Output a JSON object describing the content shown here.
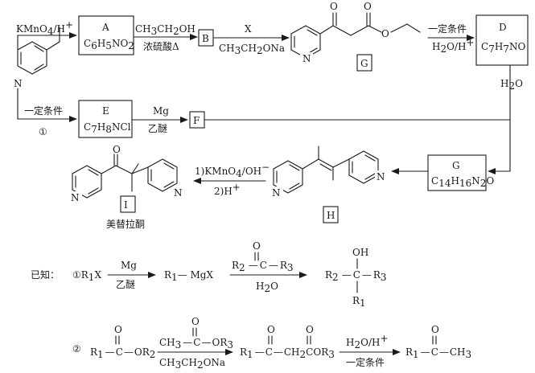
{
  "reagents": {
    "kmno4": "KMnO",
    "kmno4_sub": "4",
    "kmno4_h": "/H",
    "kmno4_plus": "+",
    "ethanol": "CH",
    "ethanol_sub": "3",
    "ethanol_tail": "CH",
    "ethanol_sub2": "2",
    "ethanol_end": "OH",
    "conc_h2so4": "浓硫酸Δ",
    "x": "X",
    "naoet_a": "CH",
    "naoet_sub": "3",
    "naoet_b": "CH",
    "naoet_sub2": "2",
    "naoet_c": "ONa",
    "condition": "一定条件",
    "h2o_h_a": "H",
    "h2o_h_sub": "2",
    "h2o_h_b": "O/H",
    "h2o_h_plus": "+",
    "h2o_a": "H",
    "h2o_sub": "2",
    "h2o_b": "O",
    "step1": "①",
    "mg": "Mg",
    "ether": "乙醚",
    "ox1": "1)KMnO",
    "ox1_sub": "4",
    "ox1_b": "/OH",
    "ox1_minus": "−",
    "ox2": "2)H",
    "ox2_plus": "+"
  },
  "compounds": {
    "a_label": "A",
    "a_f1": "C",
    "a_f2": "6",
    "a_f3": "H",
    "a_f4": "5",
    "a_f5": "NO",
    "a_f6": "2",
    "b_label": "B",
    "g_label": "G",
    "d_label": "D",
    "d_f1": "C",
    "d_f2": "7",
    "d_f3": "H",
    "d_f4": "7",
    "d_f5": "NO",
    "e_label": "E",
    "e_f1": "C",
    "e_f2": "7",
    "e_f3": "H",
    "e_f4": "8",
    "e_f5": "NCl",
    "f_label": "F",
    "g2_label": "G",
    "g2_f1": "C",
    "g2_f2": "14",
    "g2_f3": "H",
    "g2_f4": "16",
    "g2_f5": "N",
    "g2_f6": "2",
    "g2_f7": "O",
    "h_label": "H",
    "i_label": "I",
    "i_name": "美替拉酮"
  },
  "atoms": {
    "n": "N",
    "o": "O",
    "oh": "OH"
  },
  "known": {
    "title": "已知：",
    "r1_1": "①R",
    "r1_sub": "1",
    "r1_x": "X",
    "mg": "Mg",
    "ether": "乙醚",
    "rmgx_a": "R",
    "rmgx_sub": "1",
    "rmgx_b": "— MgX",
    "ketone_r2": "R",
    "ketone_r2_sub": "2",
    "ketone_c": "C",
    "ketone_r3": "R",
    "ketone_r3_sub": "3",
    "h2o_a": "H",
    "h2o_sub": "2",
    "h2o_b": "O",
    "alc_r2": "R",
    "alc_r2_sub": "2",
    "alc_c": "C",
    "alc_r3": "R",
    "alc_r3_sub": "3",
    "alc_r1": "R",
    "alc_r1_sub": "1",
    "r2_num": "②",
    "ester_r1": "R",
    "ester_r1_sub": "1",
    "ester_c": "C",
    "ester_or2": "OR",
    "ester_or2_sub": "2",
    "acet_ch3": "CH",
    "acet_ch3_sub": "3",
    "acet_c": "C",
    "acet_or3": "OR",
    "acet_or3_sub": "3",
    "naoet_a": "CH",
    "naoet_sub": "3",
    "naoet_b": "CH",
    "naoet_sub2": "2",
    "naoet_c": "ONa",
    "ke_r1": "R",
    "ke_r1_sub": "1",
    "ke_c": "C",
    "ke_ch2": "CH",
    "ke_ch2_sub": "2",
    "ke_c2": "COR",
    "ke_c2_sub": "3",
    "hyd_a": "H",
    "hyd_sub": "2",
    "hyd_b": "O/H",
    "hyd_plus": "+",
    "hyd_cond": "一定条件",
    "prod_r1": "R",
    "prod_r1_sub": "1",
    "prod_c": "C",
    "prod_ch3": "CH",
    "prod_ch3_sub": "3"
  }
}
